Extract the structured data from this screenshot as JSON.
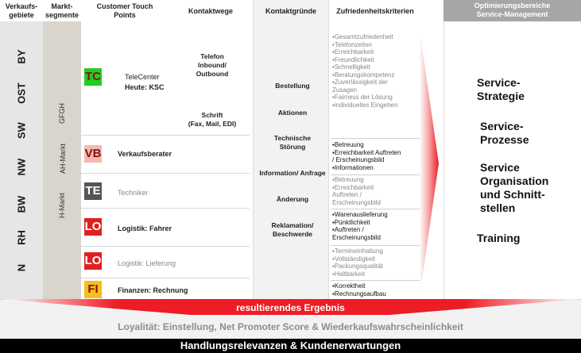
{
  "headers": {
    "verkaufsgebiete": "Verkaufs-\ngebiete",
    "marktsegmente": "Markt-\nsegmente",
    "touch_points": "Customer Touch\nPoints",
    "kontaktwege": "Kontaktwege",
    "kontaktgruende": "Kontaktgründe",
    "zufriedenheit": "Zufriedenheitskriterien",
    "optimierung": "Optimierungsbereiche\nService-Management"
  },
  "regions": [
    "BY",
    "OST",
    "SW",
    "NW",
    "BW",
    "RH",
    "N"
  ],
  "markets": {
    "gfgh": "GFGH",
    "ah": "AH-Markt",
    "h": "H-Markt"
  },
  "touch_points": [
    {
      "code": "TC",
      "bg": "#22cc22",
      "fg": "#8a1010",
      "label": "TeleCenter",
      "sublabel": "Heute: KSC"
    },
    {
      "code": "VB",
      "bg": "#f4b8b0",
      "fg": "#8a1010",
      "label": "Verkaufsberater"
    },
    {
      "code": "TE",
      "bg": "#555555",
      "fg": "#ffffff",
      "label": "Techniker"
    },
    {
      "code": "LO",
      "bg": "#e02020",
      "fg": "#ffffff",
      "label": "Logistik: Fahrer"
    },
    {
      "code": "LO",
      "bg": "#e02020",
      "fg": "#ffffff",
      "label": "Logistik: Lieferung"
    },
    {
      "code": "FI",
      "bg": "#f2c020",
      "fg": "#8a1010",
      "label": "Finanzen: Rechnung"
    }
  ],
  "kontaktwege": {
    "telefon": "Telefon\nInbound/\nOutbound",
    "schrift": "Schrift\n(Fax, Mail, EDI)"
  },
  "kontaktgruende": [
    "Bestellung",
    "Aktionen",
    "Technische\nStörung",
    "Information/ Anfrage",
    "Änderung",
    "Reklamation/\nBeschwerde"
  ],
  "zufriedenheit": {
    "tc": [
      "▪Gesamtzufriedenheit",
      "▪Telefonzeiten",
      "▪Erreichbarkeit",
      "▪Freundlichkeit",
      "▪Schnelligkeit",
      "▪Beratungskompetenz",
      "▪Zuverlässigkeit der",
      "Zusagen",
      "▪Fairness der Lösung",
      "▪individuelles Eingehen"
    ],
    "vb": [
      "▪Betreuung",
      "▪Erreichbarkeit  Auftreten",
      "/ Erscheinungsbild",
      "▪Informationen"
    ],
    "te": [
      "▪Betreuung",
      "▪Erreichbarkeit",
      "Auftreten /",
      "Erscheinungsbild"
    ],
    "lo1": [
      "▪Warenauslieferung",
      "▪Pünktlichkeit",
      "▪Auftreten /",
      "Erscheinungsbild"
    ],
    "lo2": [
      "▪Termineinhaltung",
      "▪Vollständigkeit",
      "▪Packungsqualität",
      "▪Haltbarkeit"
    ],
    "fi": [
      "▪Korrektheit",
      "▪Rechnungsaufbau"
    ]
  },
  "service_management": [
    "Service-\nStrategie",
    "Service-\nProzesse",
    "Service\nOrganisation\nund Schnitt-\nstellen",
    "Training"
  ],
  "footer": {
    "ergebnis": "resultierendes Ergebnis",
    "loyalitaet": "Loyalität: Einstellung, Net Promoter Score & Wiederkaufswahrscheinlichkeit",
    "handlung": "Handlungsrelevanzen & Kundenerwartungen"
  },
  "colors": {
    "accent_red": "#ee1c24",
    "header_grey": "#a6a6a6"
  }
}
